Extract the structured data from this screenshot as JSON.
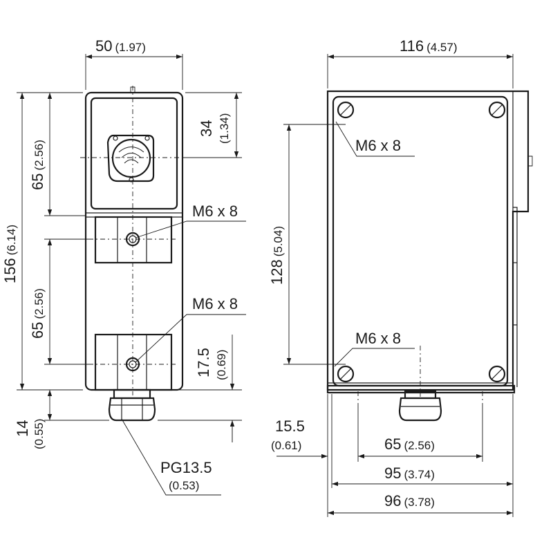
{
  "colors": {
    "line": "#1a1a1a",
    "background": "#ffffff"
  },
  "front_view": {
    "width_mm": "50",
    "width_in": "(1.97)",
    "total_height_mm": "156",
    "total_height_in": "(6.14)",
    "upper_pitch_mm": "65",
    "upper_pitch_in": "(2.56)",
    "lower_pitch_mm": "65",
    "lower_pitch_in": "(2.56)",
    "connector_offset_mm": "34",
    "connector_offset_in": "(1.34)",
    "hole_offset_mm": "17.5",
    "hole_offset_in": "(0.69)",
    "gland_length_mm": "14",
    "gland_length_in": "(0.55)",
    "thread_upper": "M6 x 8",
    "thread_lower": "M6 x 8",
    "gland_label": "PG13.5",
    "gland_size_in": "(0.53)"
  },
  "side_view": {
    "width_mm": "116",
    "width_in": "(4.57)",
    "height_mm": "128",
    "height_in": "(5.04)",
    "thread_upper": "M6 x 8",
    "thread_lower": "M6 x 8",
    "edge_offset_mm": "15.5",
    "edge_offset_in": "(0.61)",
    "pitch_mm": "65",
    "pitch_in": "(2.56)",
    "depth_mm": "95",
    "depth_in": "(3.74)",
    "base_mm": "96",
    "base_in": "(3.78)"
  }
}
